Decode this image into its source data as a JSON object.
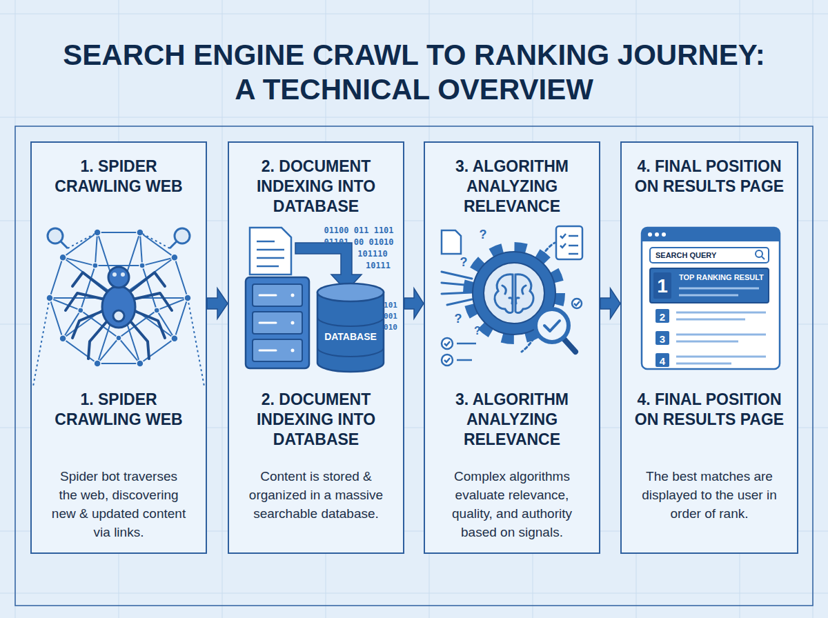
{
  "diagram": {
    "title": "SEARCH ENGINE CRAWL TO RANKING JOURNEY: A TECHNICAL OVERVIEW",
    "nodes": [
      {
        "text": [
          "1. SPIDER CRAWLING WEB",
          "1. SPIDER CRAWLING WEB",
          "Spider bot traverses the web, discovering new & updated content via links."
        ]
      },
      {
        "text": [
          "2. DOCUMENT INDEXING INTO DATABASE",
          "2. DOCUMENT INDEXING INTO DATABASE",
          "Content is stored & organized in a massive searchable database."
        ]
      },
      {
        "text": [
          "3. ALGORITHM ANALYZING RELEVANCE",
          "3. ALGORITHM ANALYZING RELEVANCE",
          "Complex algorithms evaluate relevance, quality, and authority based on signals."
        ]
      },
      {
        "text": [
          "4. FINAL POSITION ON RESULTS PAGE",
          "4. FINAL POSITION ON RESULTS PAGE",
          "The best matches are displayed to the user in order of rank."
        ]
      }
    ],
    "edges": [
      {
        "from": 0,
        "to": 1,
        "arrow": "to"
      },
      {
        "from": 1,
        "to": 2,
        "arrow": "to"
      },
      {
        "from": 2,
        "to": 3,
        "arrow": "to"
      }
    ],
    "labels": [
      "01100 011 1101",
      "01101 00 01010",
      "101110",
      "10111",
      "01101",
      "01001",
      "11010",
      "DATABASE",
      "?",
      "?",
      "?",
      "?",
      "SEARCH QUERY",
      "1",
      "TOP RANKING RESULT",
      "2",
      "3",
      "4"
    ]
  }
}
